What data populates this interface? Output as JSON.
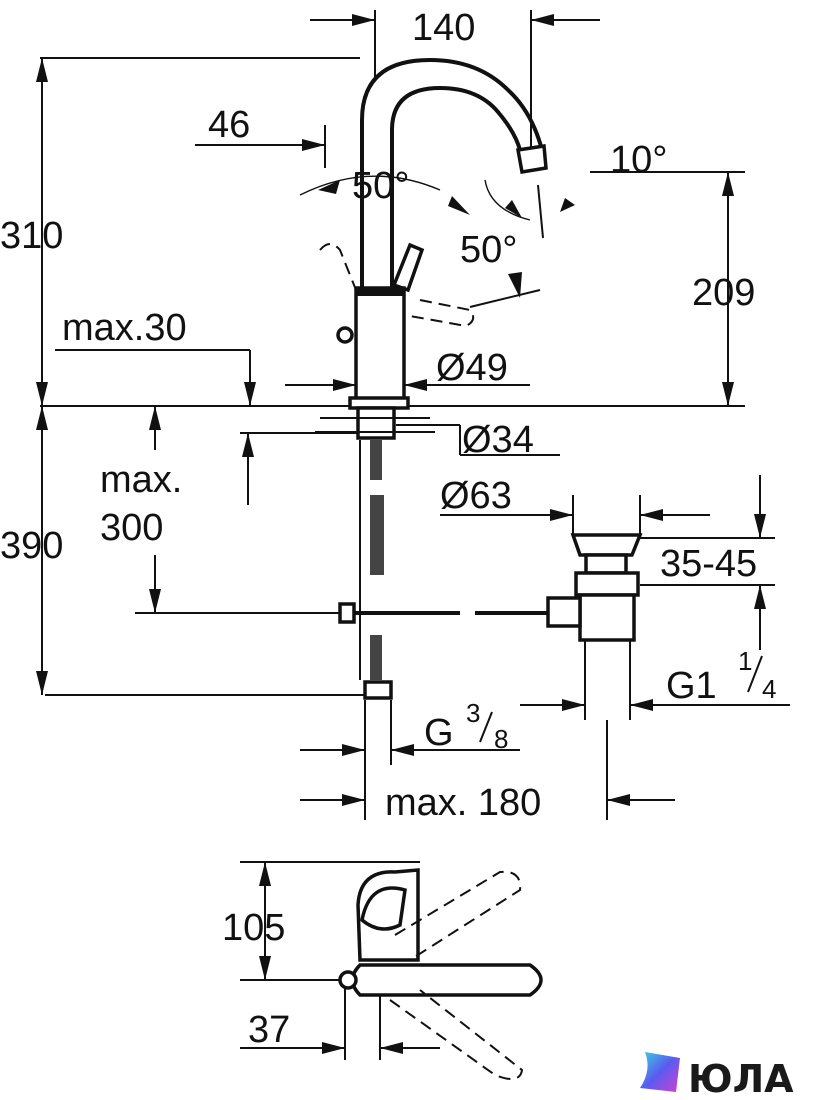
{
  "dimensions": {
    "d140": "140",
    "d46": "46",
    "a50_top": "50°",
    "a10": "10°",
    "a50_side": "50°",
    "d310": "310",
    "d209": "209",
    "max30": "max.30",
    "d49": "Ø49",
    "d34": "Ø34",
    "max300_line1": "max.",
    "max300_line2": "300",
    "d390": "390",
    "d63": "Ø63",
    "d3545": "35-45",
    "g114_main": "G1",
    "g114_num": "1",
    "g114_den": "4",
    "g38_main": "G",
    "g38_num": "3",
    "g38_den": "8",
    "max180": "max. 180",
    "d105": "105",
    "d37": "37"
  },
  "brand": {
    "name": "ЮЛА",
    "colors": [
      "#3ad1e6",
      "#5a5cf0",
      "#d13fd1"
    ]
  }
}
